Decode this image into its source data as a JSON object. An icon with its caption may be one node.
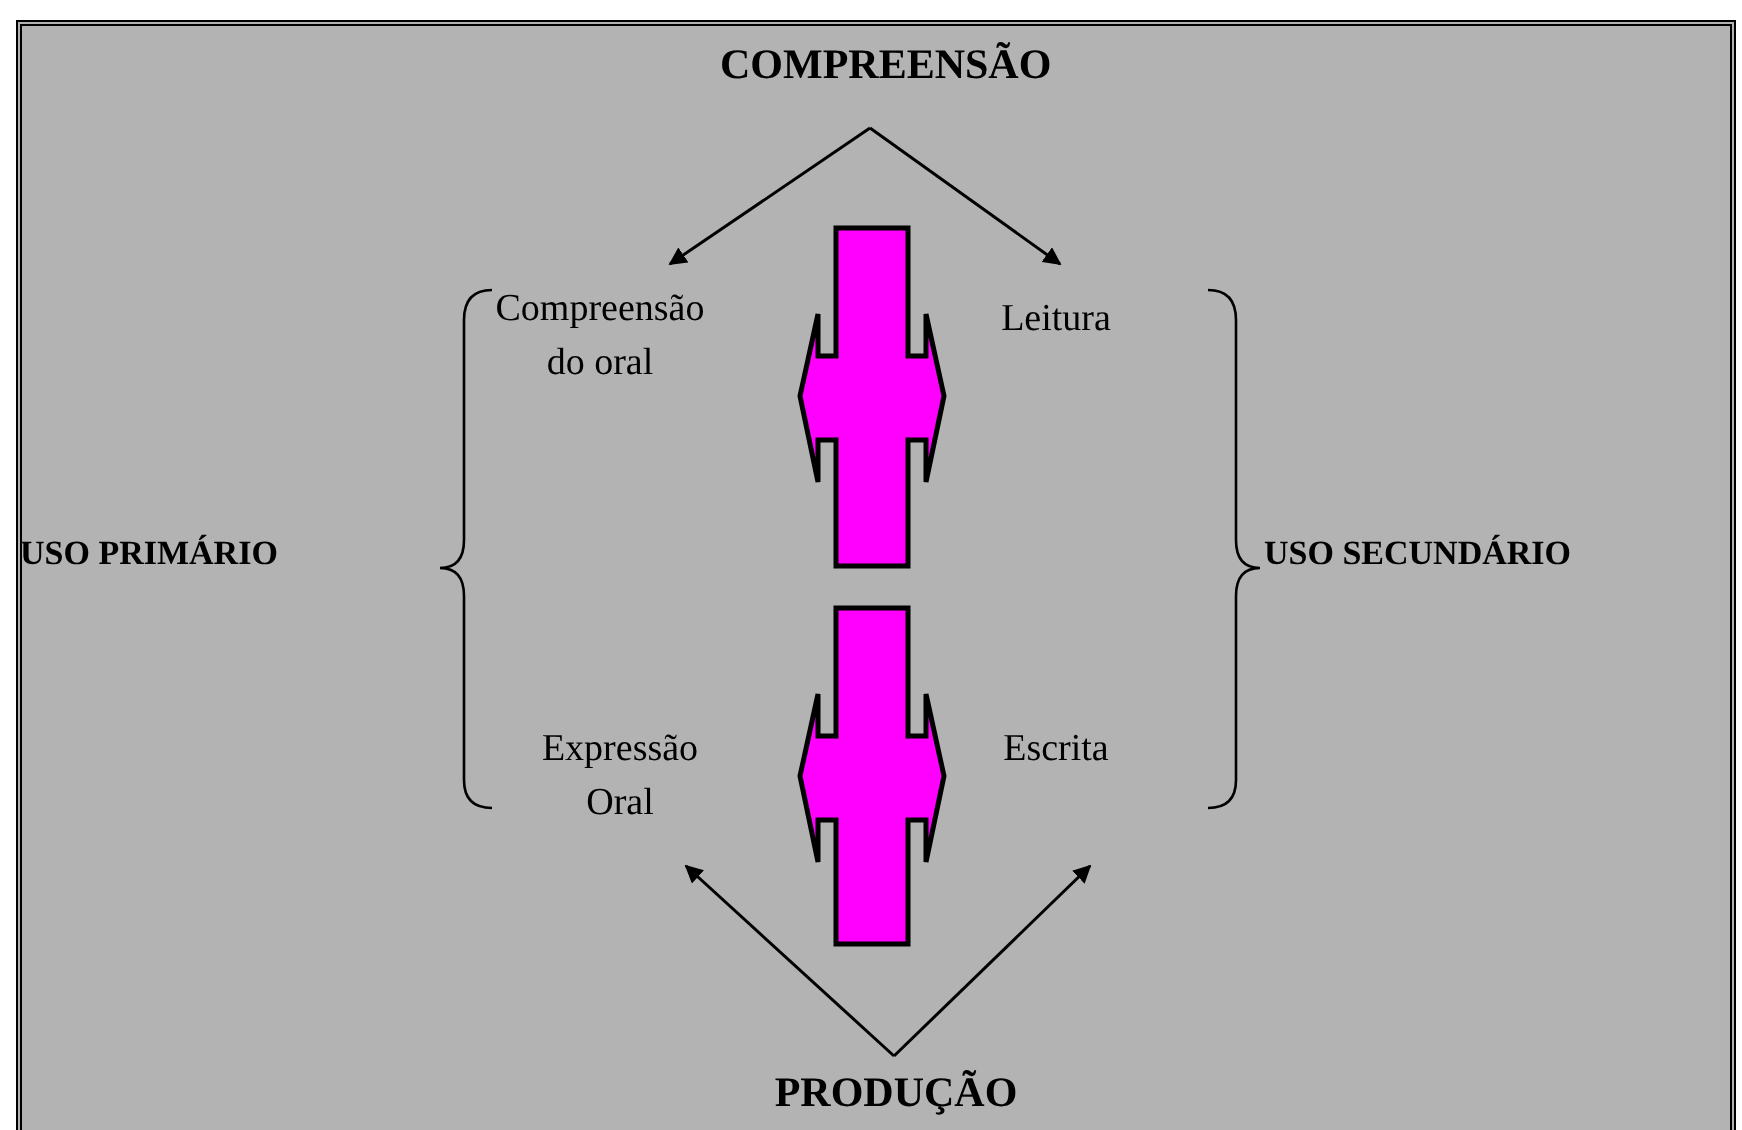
{
  "diagram": {
    "nodes": [
      {
        "text": [
          "COMPREENSÃO"
        ]
      },
      {
        "text": [
          "Compreensão do oral"
        ]
      },
      {
        "text": [
          "Leitura"
        ]
      },
      {
        "text": [
          "Expressão Oral"
        ]
      },
      {
        "text": [
          "Escrita"
        ]
      },
      {
        "text": [
          "PRODUÇÃO"
        ]
      }
    ],
    "edges": [
      {
        "from": 0,
        "to": 1,
        "arrow": "to"
      },
      {
        "from": 0,
        "to": 2,
        "arrow": "to"
      },
      {
        "from": 1,
        "to": 2,
        "arrow": "both",
        "style": "thick",
        "color": "#ff00ff"
      },
      {
        "from": 3,
        "to": 4,
        "arrow": "both",
        "style": "thick",
        "color": "#ff00ff"
      },
      {
        "from": 5,
        "to": 3,
        "arrow": "to"
      },
      {
        "from": 5,
        "to": 4,
        "arrow": "to"
      }
    ],
    "labels": [
      "USO PRIMÁRIO",
      "USO SECUNDÁRIO"
    ]
  }
}
